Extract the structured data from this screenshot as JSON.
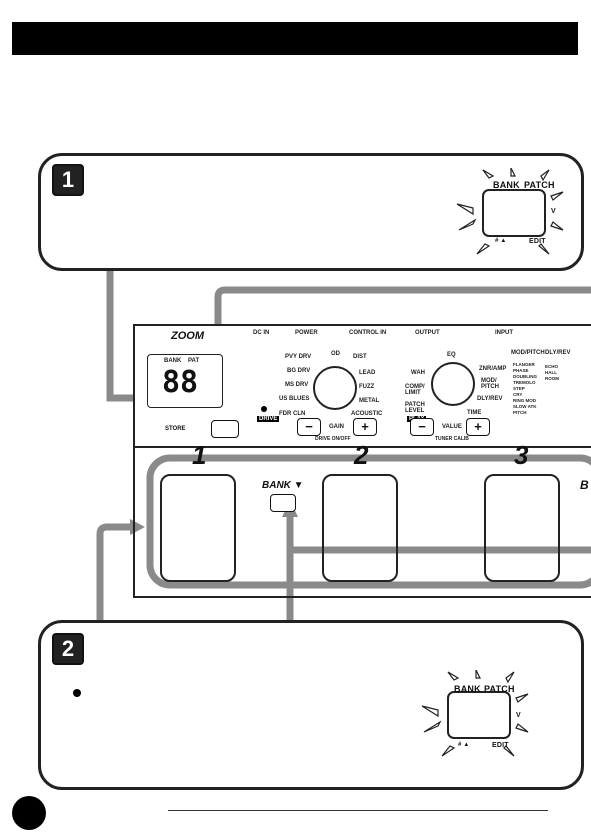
{
  "steps": [
    {
      "number": "1"
    },
    {
      "number": "2"
    }
  ],
  "lcd": {
    "bank_label": "BANK",
    "patch_label": "PATCH",
    "edit_label": "EDIT",
    "side_mark": "V",
    "bottom_mark": "# ▲"
  },
  "device": {
    "logo": "ZOOM",
    "display": "88",
    "display_bank": "BANK",
    "display_patch": "PAT",
    "top_labels": [
      "DC IN",
      "POWER",
      "CONTROL IN",
      "OUTPUT",
      "INPUT"
    ],
    "drive_knob_labels": [
      "OD",
      "DIST",
      "LEAD",
      "FUZZ",
      "METAL",
      "ACOUSTIC",
      "FDR CLN",
      "US BLUES",
      "MS DRV",
      "BG DRV",
      "PVY DRV"
    ],
    "drive_label": "DRIVE",
    "gain_label": "GAIN",
    "drive_onoff_label": "DRIVE ON/OFF",
    "eq_knob_labels": [
      "WAH",
      "COMP/ LIMIT",
      "PATCH LEVEL",
      "EQ",
      "ZNR/AMP",
      "MOD/ PITCH",
      "DLY/REV",
      "TIME"
    ],
    "play_label": "PLAY",
    "value_label": "VALUE",
    "tuner_label": "TUNER CALIB",
    "mod_header": "MOD/PITCH",
    "mod_items": [
      "FLANGER",
      "PHASE",
      "DOUBLING",
      "TREMOLO",
      "STEP",
      "CRY",
      "RING MOD",
      "SLOW ATK",
      "PITCH"
    ],
    "dly_header": "DLY/REV",
    "dly_items": [
      "ECHO",
      "HALL",
      "ROOM"
    ],
    "store_label": "STORE",
    "minus": "−",
    "plus": "+",
    "pedal_numbers": [
      "1",
      "2",
      "3"
    ],
    "bank_pedal_label": "BANK ▼",
    "bank_right_label": "B"
  },
  "colors": {
    "highlight": "#8a8a8a",
    "dark": "#111111"
  }
}
